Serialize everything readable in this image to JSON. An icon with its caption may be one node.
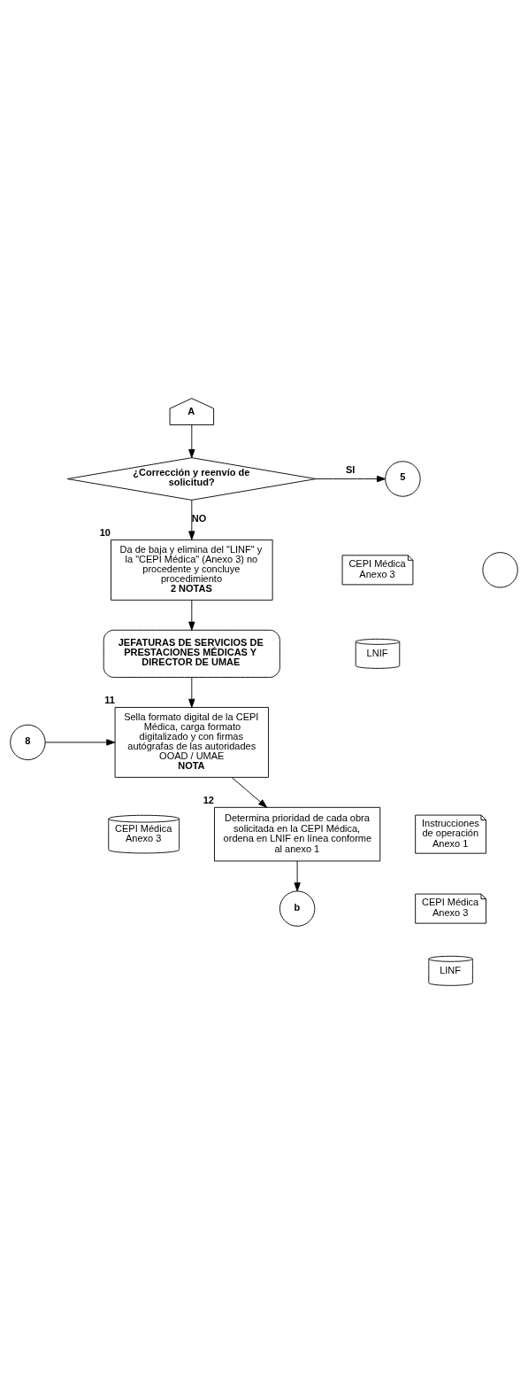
{
  "diagram": {
    "nodes": [
      {
        "text": [
          "A"
        ]
      },
      {
        "text": [
          "¿Corrección y reenvío de solicitud?"
        ]
      },
      {
        "text": [
          "5"
        ]
      },
      {
        "text": [
          "Da de baja y elimina del \"LINF\" y la \"CEPI Médica\" (Anexo 3) no procedente y concluye procedimiento",
          "2 NOTAS"
        ],
        "beside": [
          "10"
        ]
      },
      {
        "text": [
          "CEPI Médica Anexo 3"
        ]
      },
      {
        "text": [
          "LNIF"
        ]
      },
      {
        "text": [],
        "shape": "circle"
      },
      {
        "text": [
          "JEFATURAS DE SERVICIOS DE PRESTACIONES MÉDICAS Y DIRECTOR DE UMAE"
        ]
      },
      {
        "text": [
          "Sella formato digital de la CEPI Médica, carga formato digitalizado y con firmas autógrafas de las autoridades OOAD / UMAE",
          "NOTA"
        ],
        "beside": [
          "11"
        ]
      },
      {
        "text": [
          "8"
        ]
      },
      {
        "text": [
          "CEPI Médica Anexo 3"
        ]
      },
      {
        "text": [
          "Determina prioridad de cada obra solicitada en la CEPI Médica, ordena en LNIF en línea conforme al anexo 1"
        ],
        "beside": [
          "12"
        ]
      },
      {
        "text": [
          "Instrucciones de operación Anexo 1"
        ]
      },
      {
        "text": [
          "CEPI Médica Anexo 3"
        ]
      },
      {
        "text": [
          "LINF"
        ]
      },
      {
        "text": [
          "b"
        ]
      }
    ],
    "edges": [
      {
        "from": 0,
        "to": 1,
        "arrow": "to"
      },
      {
        "from": 1,
        "to": 2,
        "arrow": "to",
        "label": "SI"
      },
      {
        "from": 1,
        "to": 3,
        "arrow": "to",
        "label": "NO"
      },
      {
        "from": 3,
        "to": 7,
        "arrow": "to"
      },
      {
        "from": 7,
        "to": 8,
        "arrow": "to"
      },
      {
        "from": 9,
        "to": 8,
        "arrow": "to"
      },
      {
        "from": 8,
        "to": 11,
        "arrow": "to"
      },
      {
        "from": 11,
        "to": 15,
        "arrow": "to"
      }
    ]
  }
}
